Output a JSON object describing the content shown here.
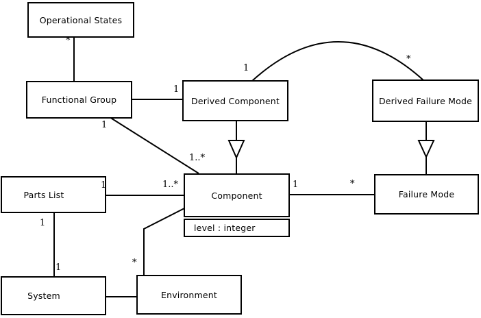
{
  "diagram": {
    "type": "uml-class-diagram",
    "background_color": "#ffffff",
    "line_color": "#000000",
    "nodes": {
      "operational_states": {
        "label": "Operational States"
      },
      "functional_group": {
        "label": "Functional Group"
      },
      "derived_component": {
        "label": "Derived Component"
      },
      "derived_failure_mode": {
        "label": "Derived Failure Mode"
      },
      "parts_list": {
        "label": "Parts List"
      },
      "component": {
        "label": "Component",
        "attribute": "level : integer"
      },
      "failure_mode": {
        "label": "Failure Mode"
      },
      "system": {
        "label": "System"
      },
      "environment": {
        "label": "Environment"
      }
    },
    "relations": [
      {
        "from": "Operational States",
        "to": "Functional Group",
        "kind": "association",
        "labels": {
          "from_end": "*"
        }
      },
      {
        "from": "Functional Group",
        "to": "Derived Component",
        "kind": "association",
        "labels": {
          "to_end": "1"
        }
      },
      {
        "from": "Functional Group",
        "to": "Component",
        "kind": "association",
        "labels": {
          "from_end": "1",
          "to_end": "1..*"
        }
      },
      {
        "from": "Derived Component",
        "to": "Component",
        "kind": "generalization-hollow-triangle"
      },
      {
        "from": "Derived Component",
        "to": "Derived Failure Mode",
        "kind": "association-arc",
        "labels": {
          "from_end": "1",
          "to_end": "*"
        }
      },
      {
        "from": "Derived Failure Mode",
        "to": "Failure Mode",
        "kind": "generalization-hollow-triangle"
      },
      {
        "from": "Parts List",
        "to": "Component",
        "kind": "association",
        "labels": {
          "from_end": "1",
          "to_end": "1..*"
        }
      },
      {
        "from": "Component",
        "to": "Failure Mode",
        "kind": "association",
        "labels": {
          "from_end": "1",
          "to_end": "*"
        }
      },
      {
        "from": "Parts List",
        "to": "System",
        "kind": "association",
        "labels": {
          "from_end": "1",
          "to_end": "1"
        }
      },
      {
        "from": "System",
        "to": "Environment",
        "kind": "association"
      },
      {
        "from": "Environment",
        "to": "Component",
        "kind": "association",
        "labels": {
          "from_end": "*"
        }
      }
    ],
    "multiplicities": {
      "os_fg_star": "*",
      "fg_dc_one": "1",
      "fg_comp_one": "1",
      "fg_comp_many": "1..*",
      "dc_dfm_one": "1",
      "dc_dfm_star": "*",
      "pl_comp_one": "1",
      "pl_comp_many": "1..*",
      "comp_fm_one": "1",
      "comp_fm_star": "*",
      "pl_sys_one_top": "1",
      "pl_sys_one_bottom": "1",
      "env_comp_star": "*"
    }
  }
}
